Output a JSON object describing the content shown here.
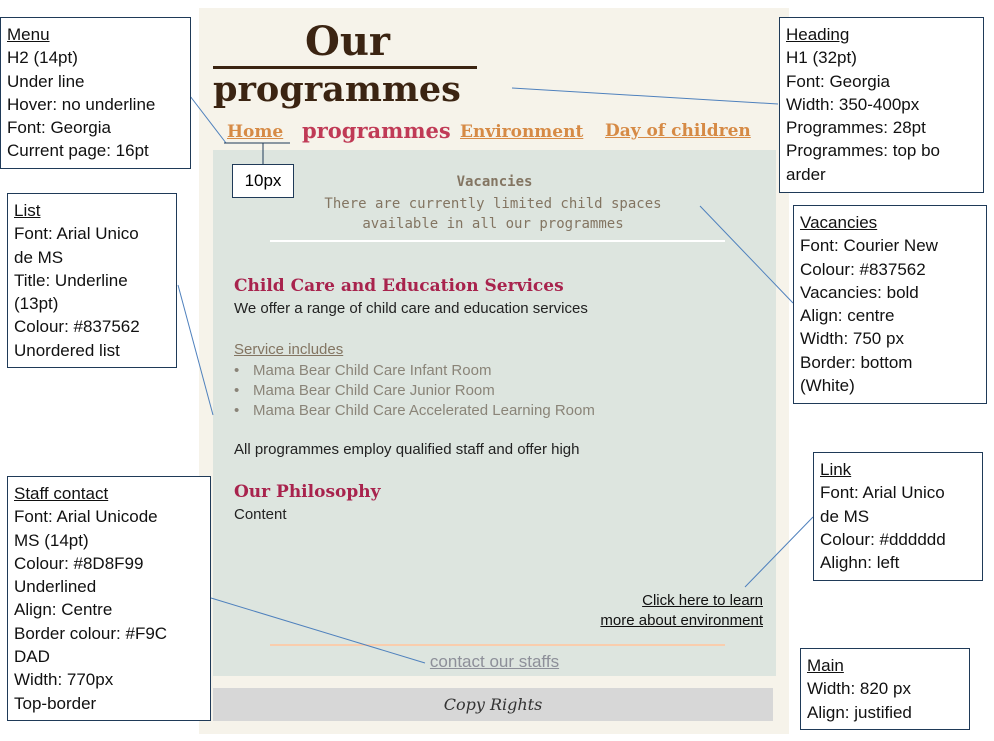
{
  "page": {
    "heading_line1": "Our",
    "heading_line2": "programmes",
    "nav": {
      "home": "Home",
      "current": "programmes",
      "environment": "Environment",
      "day_of_children": "Day of children"
    },
    "vacancies": {
      "title": "Vacancies",
      "text": "There are currently limited child spaces available in all our programmes"
    },
    "section1": {
      "title": "Child Care and Education Services",
      "text": "We offer a range of child care and education services"
    },
    "service_list": {
      "title": "Service includes",
      "items": [
        "Mama Bear Child Care Infant Room",
        "Mama Bear Child Care Junior Room",
        "Mama Bear Child Care Accelerated Learning Room"
      ]
    },
    "staff_text": "All programmes employ qualified  staff and offer high",
    "philosophy": {
      "title": "Our Philosophy",
      "content": "Content"
    },
    "env_link": {
      "line1": "Click here to learn",
      "line2": "more about  environment"
    },
    "staff_contact": "contact our staffs",
    "footer": "Copy Rights"
  },
  "annotations": {
    "spacing_label": "10px",
    "menu": {
      "title": "Menu",
      "lines": [
        "H2 (14pt)",
        "Under line",
        "Hover: no underline",
        "Font: Georgia",
        "Current page: 16pt"
      ]
    },
    "heading": {
      "title": "Heading",
      "lines": [
        "H1 (32pt)",
        "Font: Georgia",
        "Width: 350-400px",
        "Programmes: 28pt",
        "Programmes: top bo",
        "arder"
      ]
    },
    "list": {
      "title": "List",
      "lines": [
        "Font: Arial Unico",
        "de MS",
        "Title: Underline",
        "(13pt)",
        "Colour: #837562",
        "Unordered list"
      ]
    },
    "vacancies": {
      "title": "Vacancies",
      "lines": [
        "Font: Courier New",
        "Colour: #837562",
        "Vacancies: bold",
        "Align: centre",
        "Width: 750 px",
        "Border: bottom",
        "(White)"
      ]
    },
    "link": {
      "title": "Link",
      "lines": [
        "Font: Arial Unico",
        "de MS",
        "Colour: #dddddd",
        "Alighn: left"
      ]
    },
    "staff_contact": {
      "title": "Staff contact",
      "lines": [
        "Font: Arial Unicode",
        "MS (14pt)",
        "Colour: #8D8F99",
        "Underlined",
        "Align: Centre",
        "Border colour: #F9C",
        "DAD",
        "Width: 770px",
        "Top-border"
      ]
    },
    "main": {
      "title": "Main",
      "lines": [
        "Width: 820 px",
        "Align: justified"
      ]
    }
  },
  "colors": {
    "heading": "#3b2412",
    "nav_link": "#d68a45",
    "nav_current": "#c03a56",
    "section_title": "#a8234d",
    "vacancies": "#837562",
    "staff_contact": "#8d8f99",
    "staff_border": "#f9cdad",
    "main_bg": "#dde5df",
    "page_bg": "#f6f3ea",
    "callout_line": "#4f81bd"
  }
}
